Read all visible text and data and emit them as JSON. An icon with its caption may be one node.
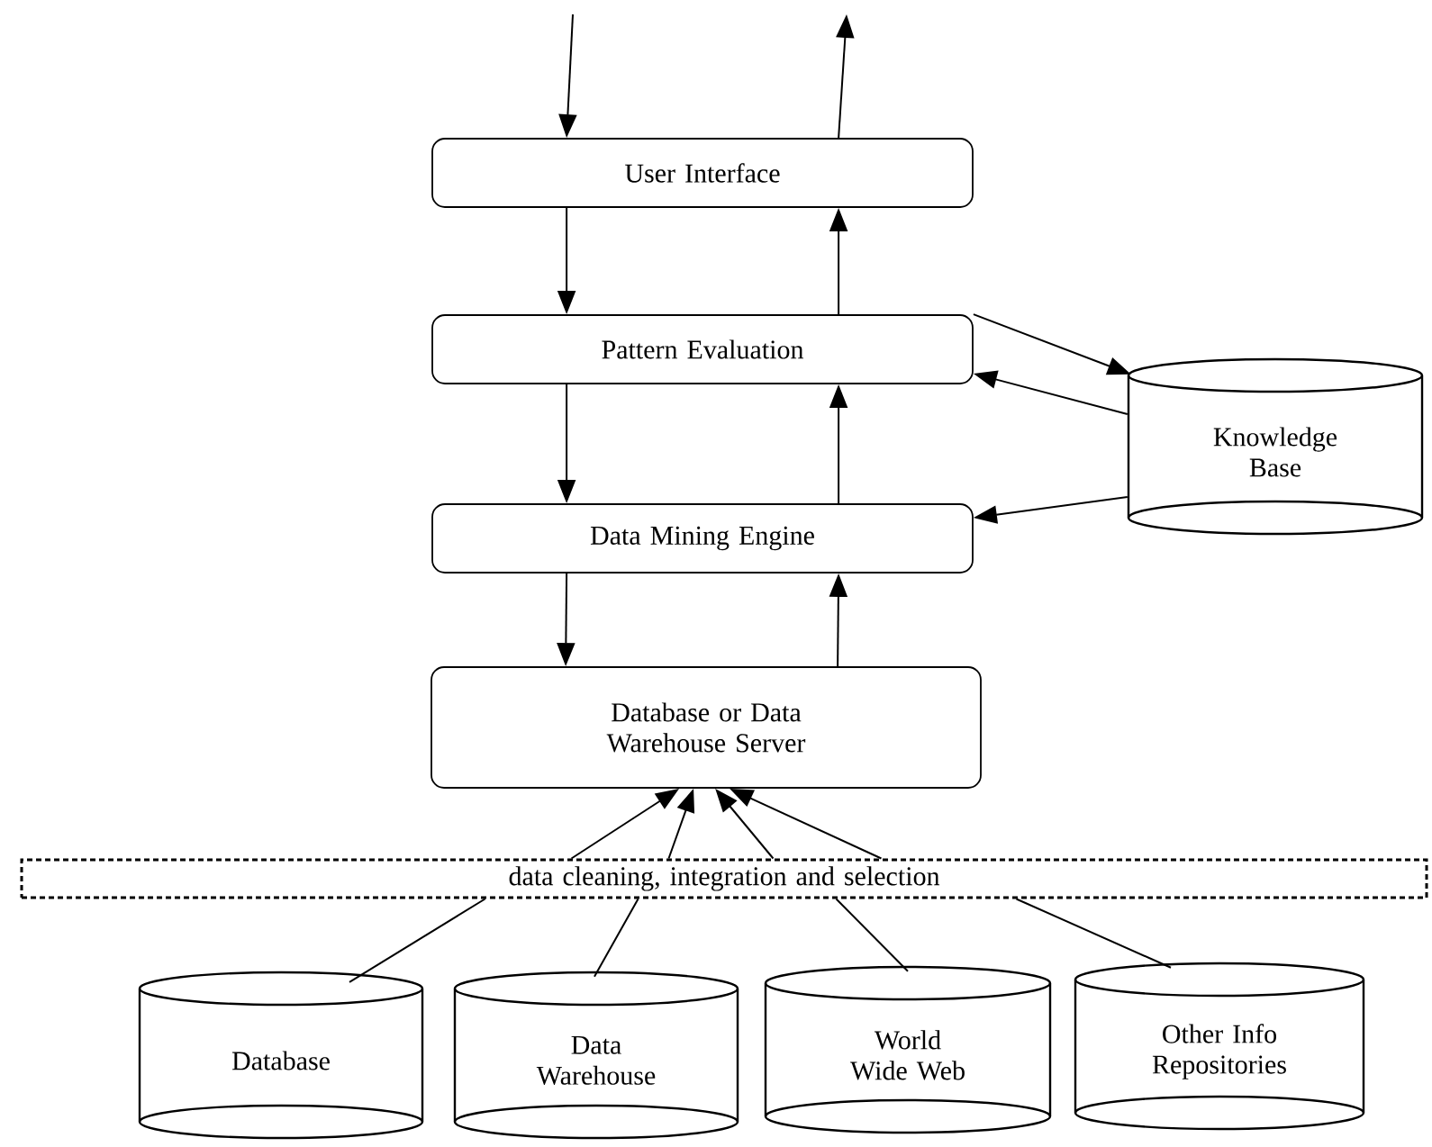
{
  "diagram": {
    "nodes": [
      {
        "text": [
          "User Interface"
        ]
      },
      {
        "text": [
          "Pattern Evaluation"
        ]
      },
      {
        "text": [
          "Data Mining Engine"
        ]
      },
      {
        "text": [
          "Database or Data Warehouse Server"
        ]
      },
      {
        "text": [
          "Knowledge Base"
        ]
      },
      {
        "text": [
          "data cleaning, integration and selection"
        ]
      },
      {
        "text": [
          "Database"
        ]
      },
      {
        "text": [
          "Data Warehouse"
        ]
      },
      {
        "text": [
          "World Wide Web"
        ]
      },
      {
        "text": [
          "Other Info Repositories"
        ]
      }
    ],
    "edges": [
      {
        "from": null,
        "to": 0,
        "arrow": "to"
      },
      {
        "from": 0,
        "to": null,
        "arrow": "to"
      },
      {
        "from": 0,
        "to": 1,
        "arrow": "to"
      },
      {
        "from": 1,
        "to": 0,
        "arrow": "to"
      },
      {
        "from": 1,
        "to": 2,
        "arrow": "to"
      },
      {
        "from": 2,
        "to": 1,
        "arrow": "to"
      },
      {
        "from": 2,
        "to": 3,
        "arrow": "to"
      },
      {
        "from": 3,
        "to": 2,
        "arrow": "to"
      },
      {
        "from": 1,
        "to": 4,
        "arrow": "to"
      },
      {
        "from": 4,
        "to": 1,
        "arrow": "to"
      },
      {
        "from": 4,
        "to": 2,
        "arrow": "to"
      },
      {
        "from": 5,
        "to": 3,
        "arrow": "to"
      },
      {
        "from": 5,
        "to": 3,
        "arrow": "to"
      },
      {
        "from": 5,
        "to": 3,
        "arrow": "to"
      },
      {
        "from": 5,
        "to": 3,
        "arrow": "to"
      },
      {
        "from": 6,
        "to": 5,
        "arrow": "none"
      },
      {
        "from": 7,
        "to": 5,
        "arrow": "none"
      },
      {
        "from": 8,
        "to": 5,
        "arrow": "none"
      },
      {
        "from": 9,
        "to": 5,
        "arrow": "none"
      }
    ]
  }
}
